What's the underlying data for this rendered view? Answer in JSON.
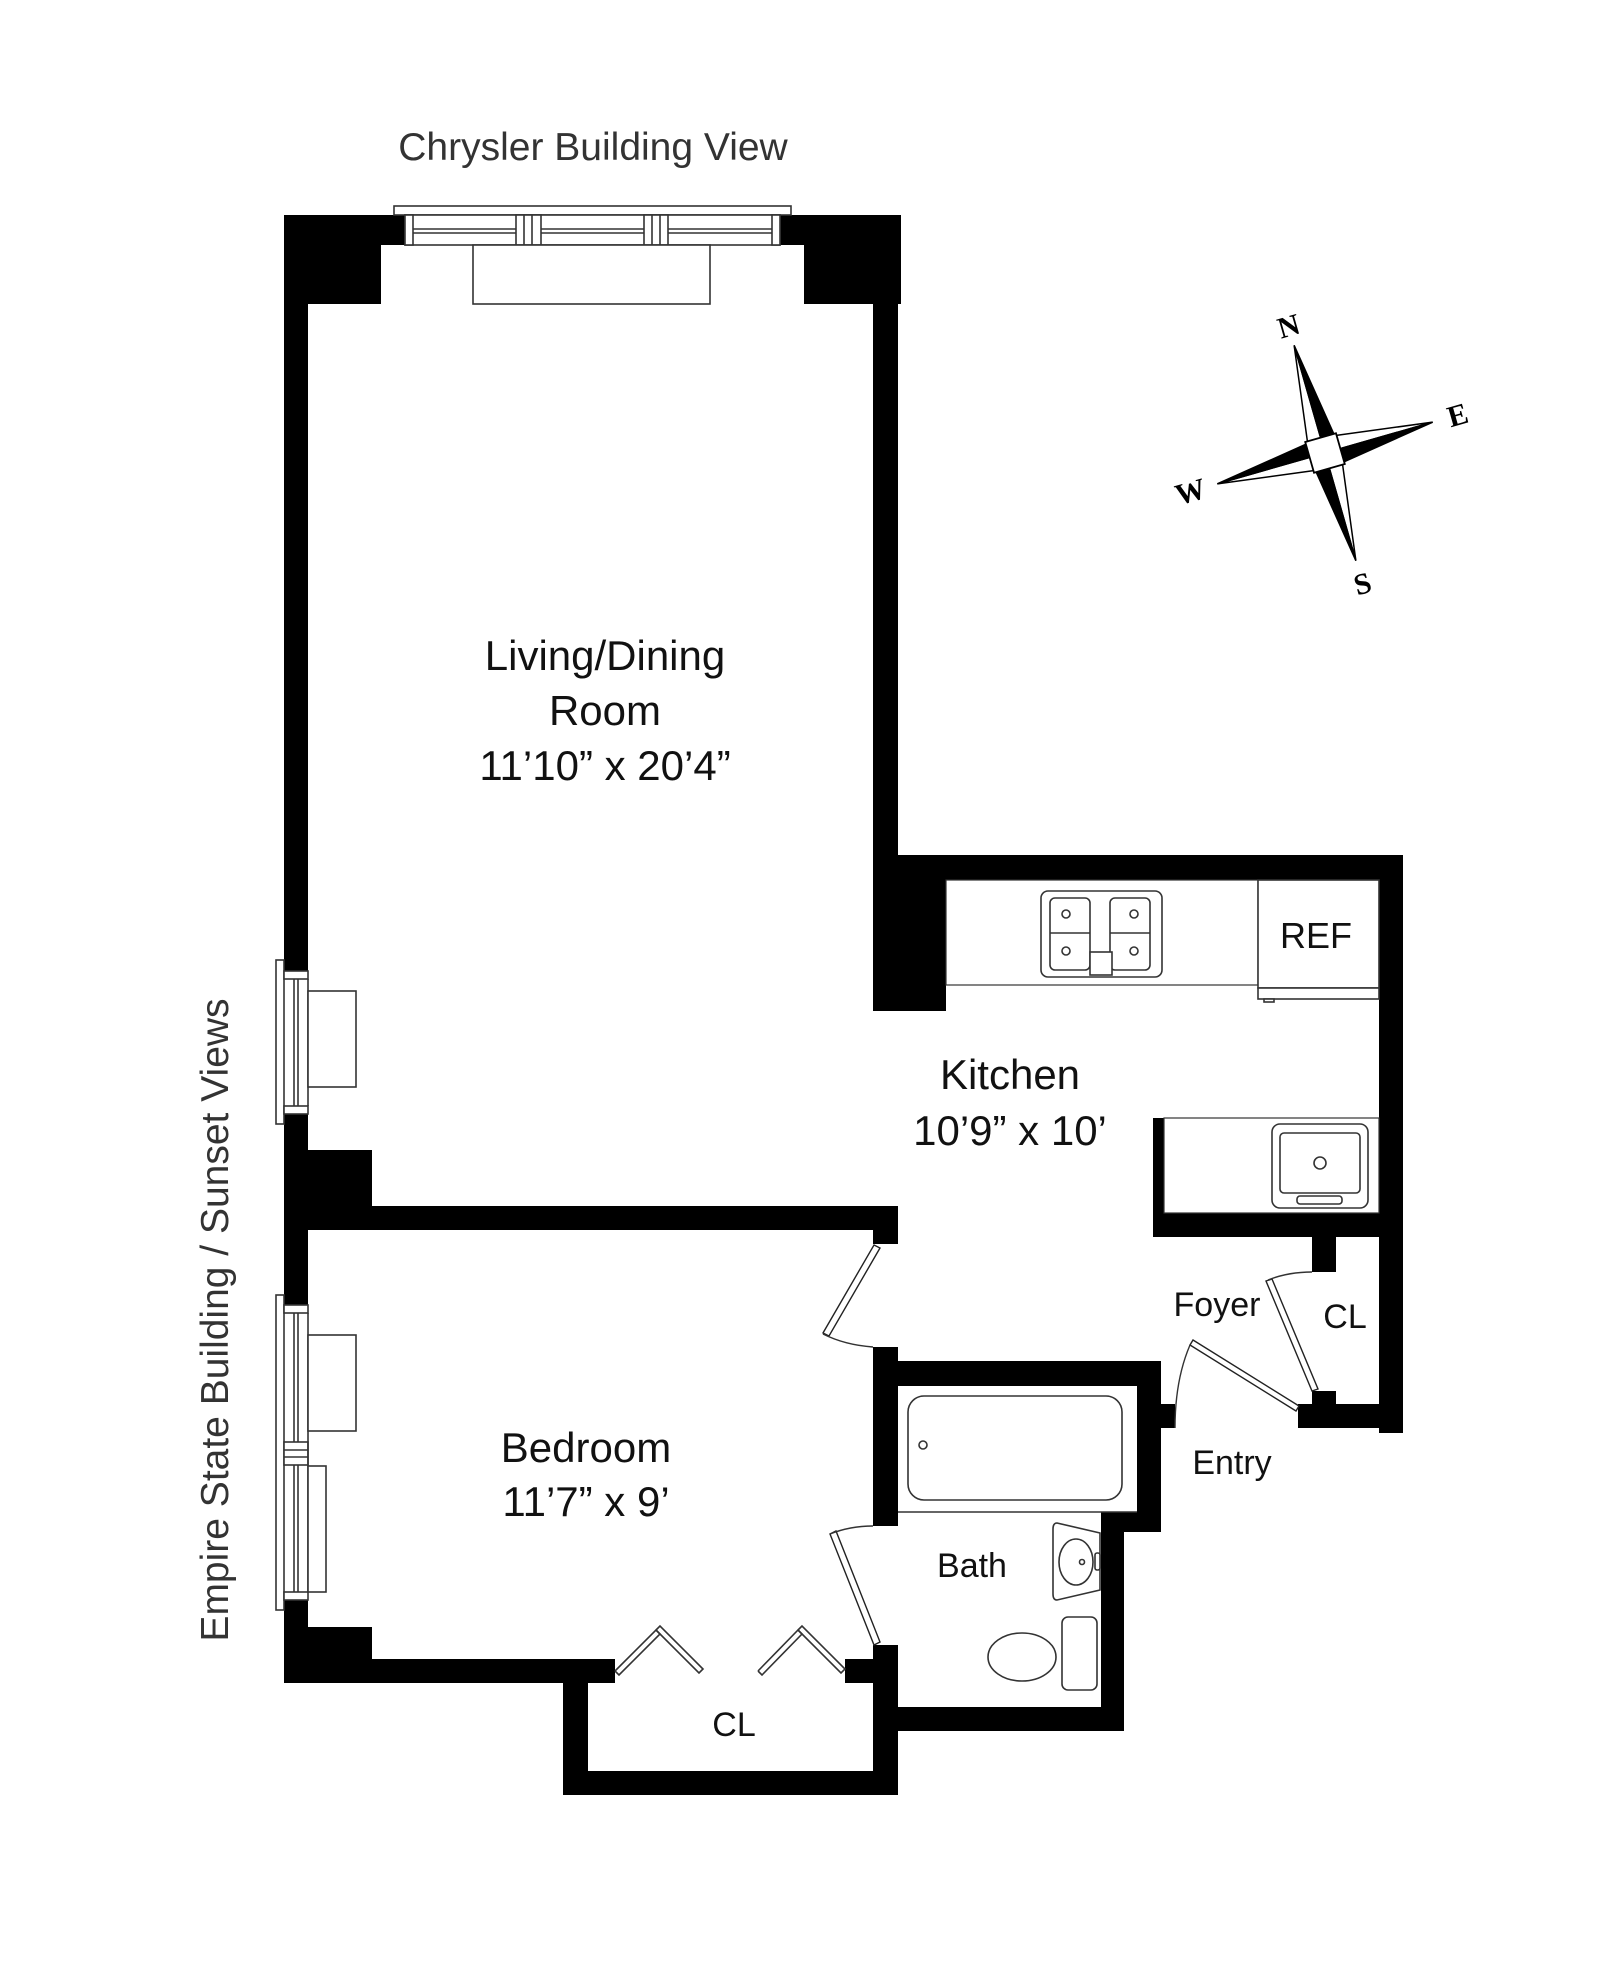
{
  "views": {
    "top": "Chrysler Building View",
    "left": "Empire State Building / Sunset Views"
  },
  "rooms": {
    "living": {
      "name_line1": "Living/Dining",
      "name_line2": "Room",
      "dimensions": "11’10” x 20’4”"
    },
    "kitchen": {
      "name": "Kitchen",
      "dimensions": "10’9” x 10’"
    },
    "bedroom": {
      "name": "Bedroom",
      "dimensions": "11’7” x 9’"
    },
    "bath": {
      "name": "Bath"
    },
    "foyer": {
      "name": "Foyer"
    },
    "foyer_closet": {
      "name": "CL"
    },
    "bedroom_closet": {
      "name": "CL"
    },
    "entry": {
      "name": "Entry"
    }
  },
  "fixtures": {
    "refrigerator": "REF"
  },
  "compass": {
    "north": "N",
    "east": "E",
    "south": "S",
    "west": "W"
  },
  "colors": {
    "wall": "#000000",
    "background": "#ffffff",
    "line": "#333333"
  }
}
